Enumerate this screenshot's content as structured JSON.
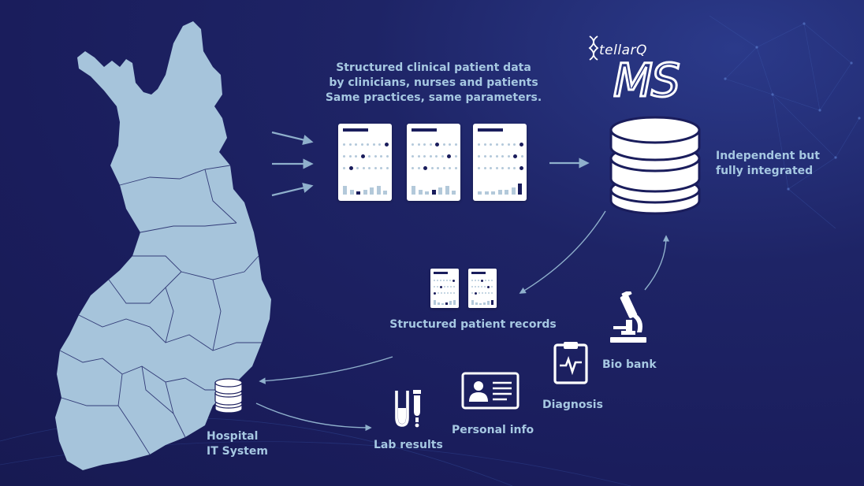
{
  "brand": {
    "small_text": "tellarQ",
    "big_text": "MS"
  },
  "labels": {
    "structured_data_l1": "Structured clinical patient data",
    "structured_data_l2": "by clinicians, nurses and patients",
    "structured_data_l3": "Same practices, same parameters.",
    "independent_l1": "Independent but",
    "independent_l2": "fully integrated",
    "structured_records": "Structured patient records",
    "hospital_l1": "Hospital",
    "hospital_l2": "IT System",
    "lab_results": "Lab results",
    "personal_info": "Personal info",
    "diagnosis": "Diagnosis",
    "bio_bank": "Bio bank"
  },
  "colors": {
    "background": "#1a1d5c",
    "map_fill": "#a6c4db",
    "label": "#a6c8e2",
    "arrow": "#8fb0cc",
    "icon": "#ffffff"
  }
}
